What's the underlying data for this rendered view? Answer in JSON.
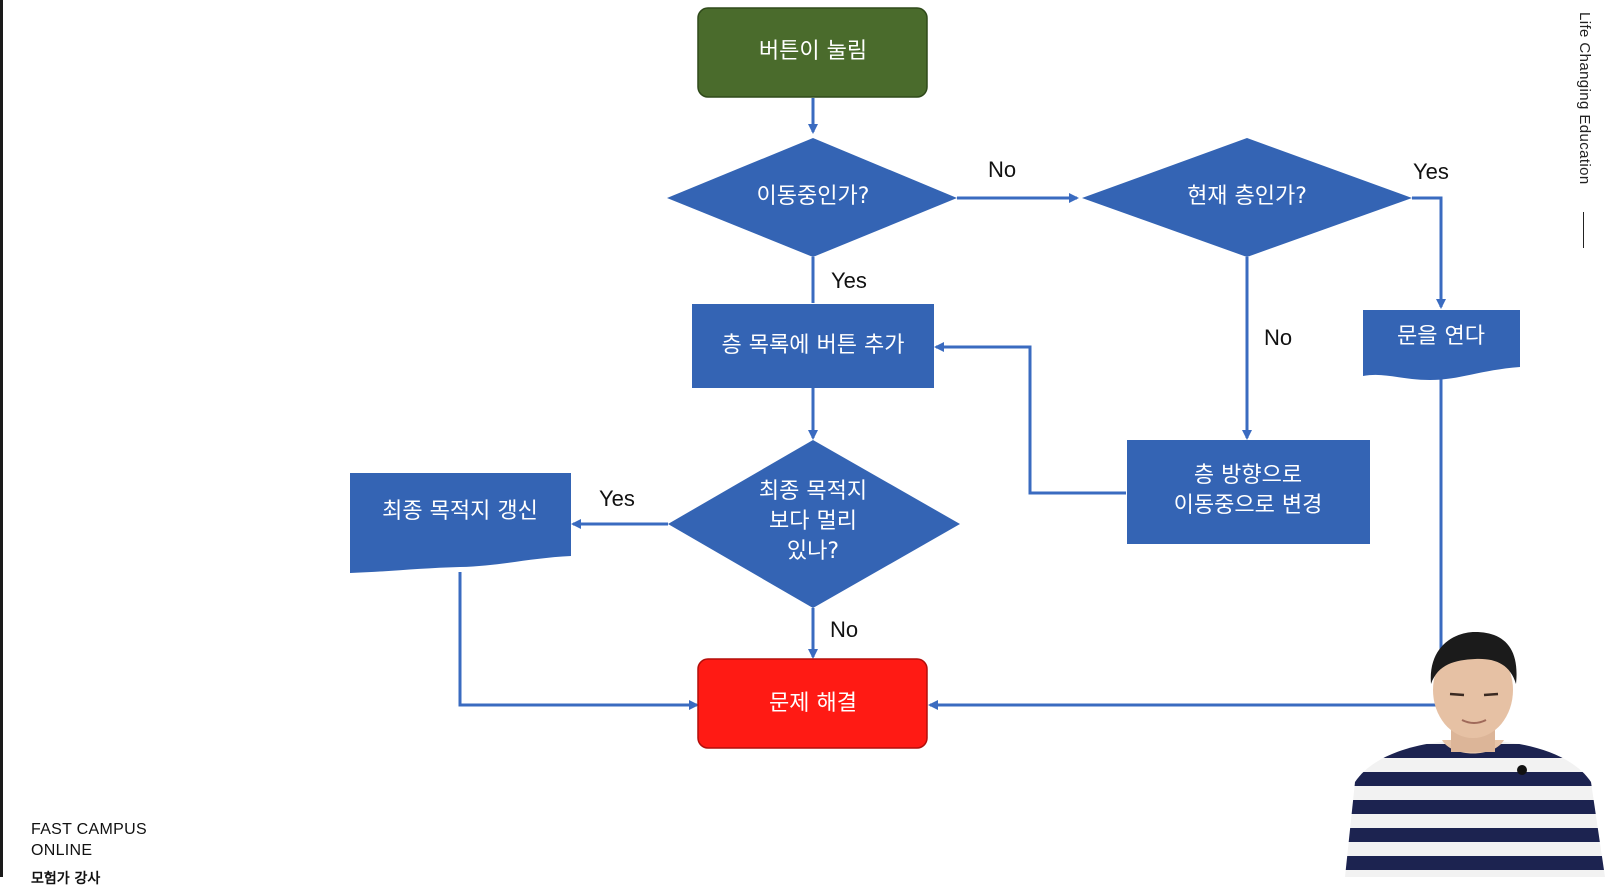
{
  "flowchart": {
    "nodes": {
      "start": "버튼이 눌림",
      "moving_q": "이동중인가?",
      "current_floor_q": "현재 층인가?",
      "add_floor": "층 목록에 버튼 추가",
      "open_door": "문을 연다",
      "farther_q": [
        "최종 목적지",
        "보다 멀리",
        "있나?"
      ],
      "update_dest": "최종 목적지 갱신",
      "change_dir": [
        "층 방향으로",
        "이동중으로 변경"
      ],
      "end": "문제 해결"
    },
    "edge_labels": {
      "moving_no": "No",
      "moving_yes": "Yes",
      "current_yes": "Yes",
      "current_no": "No",
      "farther_yes": "Yes",
      "farther_no": "No"
    }
  },
  "branding": {
    "name_line1": "FAST CAMPUS",
    "name_line2": "ONLINE",
    "sub": "모험가 강사",
    "side_text": "Life Changing Education"
  },
  "colors": {
    "start": "#4a6b2c",
    "process": "#3464b4",
    "end": "#ff1a14",
    "arrow": "#3a6bc0"
  }
}
